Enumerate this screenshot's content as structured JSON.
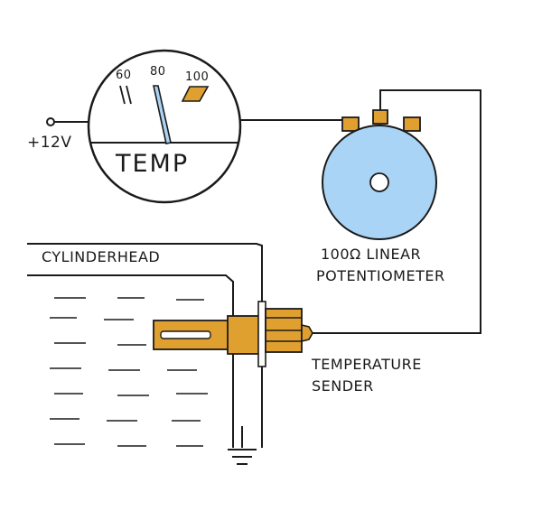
{
  "labels": {
    "supply": "+12V",
    "gauge_title": "TEMP",
    "tick_60": "60",
    "tick_80": "80",
    "tick_100": "100",
    "cylinder_head": "CYLINDERHEAD",
    "potentiometer_line1": "100Ω LINEAR",
    "potentiometer_line2": "POTENTIOMETER",
    "sender_line1": "TEMPERATURE",
    "sender_line2": "SENDER"
  },
  "colors": {
    "line": "#1a1a1a",
    "potentiometer_body": "#a9d4f5",
    "brass": "#e0a030",
    "needle": "#a9d4f5"
  }
}
